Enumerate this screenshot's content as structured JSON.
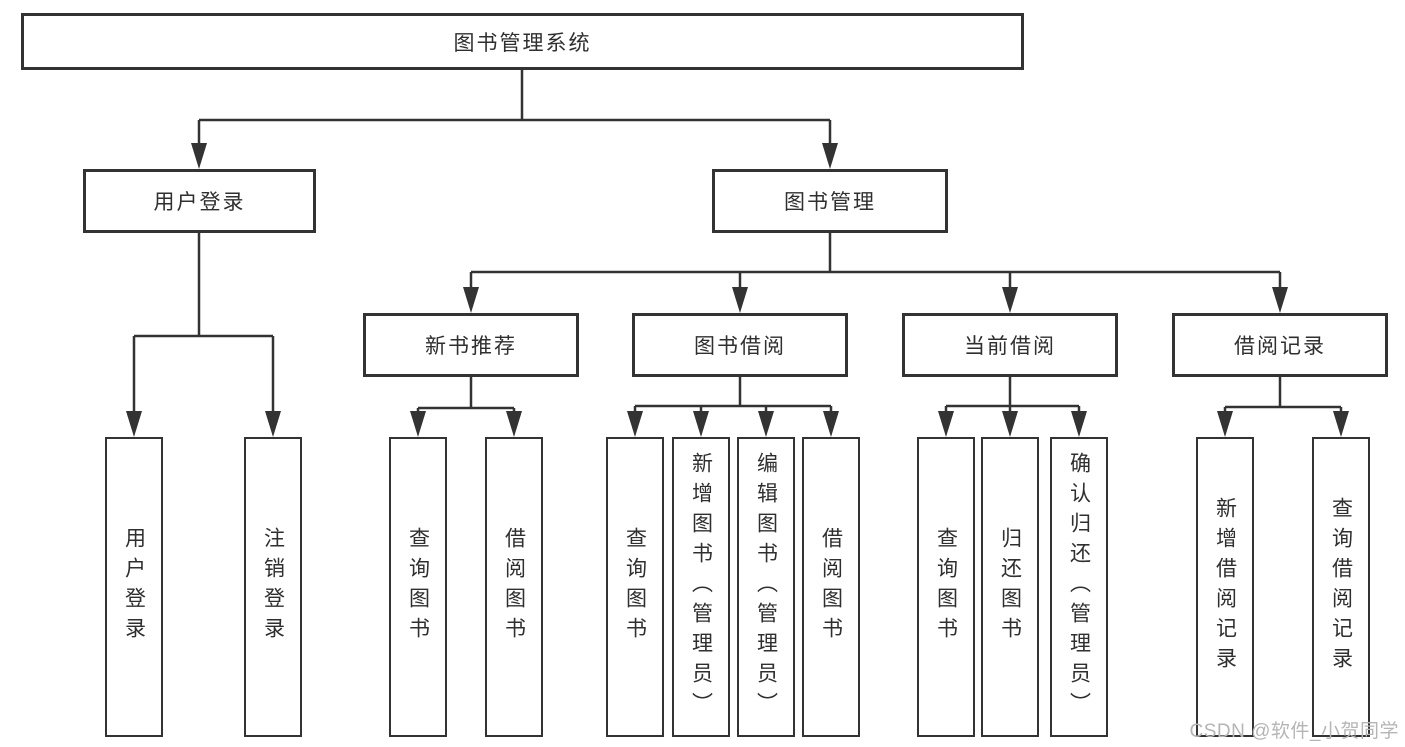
{
  "diagram": {
    "type": "hierarchy-tree",
    "colors": {
      "line": "#333333",
      "text": "#2f2f2f",
      "box_background": "#ffffff",
      "watermark": "#b5b5b5"
    },
    "tree": {
      "root": {
        "label": "图书管理系统"
      },
      "branches": [
        {
          "label": "用户登录",
          "children": [
            {
              "label": "用户登录"
            },
            {
              "label": "注销登录"
            }
          ]
        },
        {
          "label": "图书管理",
          "children": [
            {
              "label": "新书推荐",
              "children": [
                {
                  "label": "查询图书"
                },
                {
                  "label": "借阅图书"
                }
              ]
            },
            {
              "label": "图书借阅",
              "children": [
                {
                  "label": "查询图书"
                },
                {
                  "label": "新增图书（管理员）"
                },
                {
                  "label": "编辑图书（管理员）"
                },
                {
                  "label": "借阅图书"
                }
              ]
            },
            {
              "label": "当前借阅",
              "children": [
                {
                  "label": "查询图书"
                },
                {
                  "label": "归还图书"
                },
                {
                  "label": "确认归还（管理员）"
                }
              ]
            },
            {
              "label": "借阅记录",
              "children": [
                {
                  "label": "新增借阅记录"
                },
                {
                  "label": "查询借阅记录"
                }
              ]
            }
          ]
        }
      ]
    },
    "watermark": "CSDN @软件_小贺同学"
  }
}
